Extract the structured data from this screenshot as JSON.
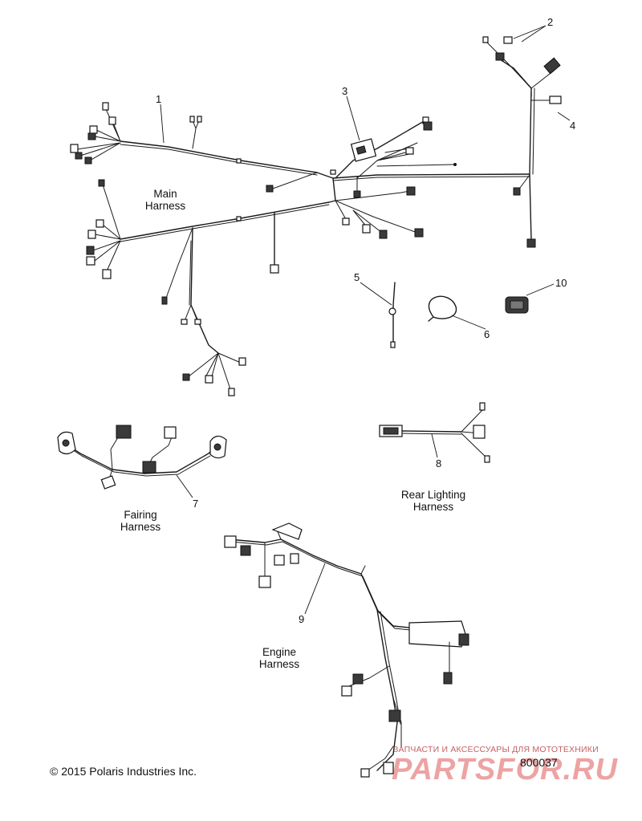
{
  "callouts": [
    "1",
    "2",
    "3",
    "4",
    "5",
    "6",
    "7",
    "8",
    "9",
    "10"
  ],
  "captions": {
    "main": [
      "Main",
      "Harness"
    ],
    "fairing": [
      "Fairing",
      "Harness"
    ],
    "rear": [
      "Rear Lighting",
      "Harness"
    ],
    "engine": [
      "Engine",
      "Harness"
    ]
  },
  "footer": {
    "copyright": "© 2015 Polaris Industries Inc.",
    "doc_number": "800037"
  },
  "watermark": {
    "tagline": "ЗАПЧАСТИ И АКСЕССУАРЫ ДЛЯ МОТОТЕХНИКИ",
    "logo": "PARTSFOR.RU"
  }
}
